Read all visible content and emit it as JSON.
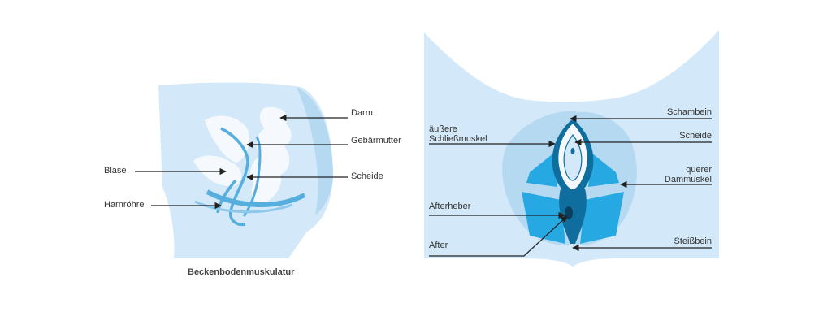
{
  "colors": {
    "body_light": "#d3e8f8",
    "body_mid": "#b6d9f2",
    "organ_white": "#f5f9fd",
    "tube_blue": "#56aedf",
    "muscle_blue": "#26a8e2",
    "muscle_dark": "#0f6e9d",
    "arrow": "#222222"
  },
  "side_view": {
    "caption": "Beckenbodenmuskulatur",
    "labels": {
      "darm": "Darm",
      "gebaermutter": "Gebärmutter",
      "scheide": "Scheide",
      "blase": "Blase",
      "harnroehre": "Harnröhre"
    }
  },
  "bottom_view": {
    "labels": {
      "aeussere_line1": "äußere",
      "aeussere_line2": "Schließmuskel",
      "afterheber": "Afterheber",
      "after": "After",
      "schambein": "Schambein",
      "scheide": "Scheide",
      "querer_line1": "querer",
      "querer_line2": "Dammuskel",
      "steissbein": "Steißbein"
    }
  }
}
